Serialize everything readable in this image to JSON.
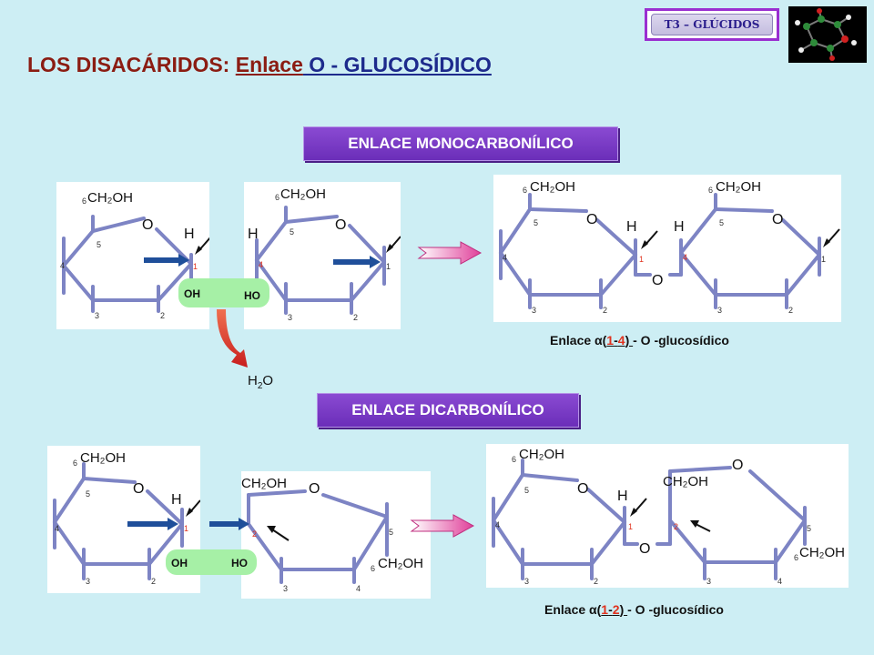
{
  "header": {
    "badge_label": "T3 – GLÚCIDOS",
    "title_prefix": "LOS DISACÁRIDOS: ",
    "title_part1": "Enlace",
    "title_part2": " O - GLUCOSÍDICO"
  },
  "sections": {
    "monocarbonilico": {
      "label": "ENLACE MONOCARBONÍLICO",
      "caption_prefix": "Enlace α(",
      "caption_n1": "1",
      "caption_dash": "-",
      "caption_n2": "4",
      "caption_close": ") ",
      "caption_suffix": "- O -glucosídico"
    },
    "dicarbonilico": {
      "label": "ENLACE DICARBONÍLICO",
      "caption_prefix": "Enlace α(",
      "caption_n1": "1",
      "caption_dash": "-",
      "caption_n2": "2",
      "caption_close": ") ",
      "caption_suffix": "- O -glucosídico"
    }
  },
  "water": {
    "h": "H",
    "sub": "2",
    "o": "O"
  },
  "labels": {
    "ch2oh": "CH₂OH",
    "o": "O",
    "h": "H",
    "oh": "OH",
    "ho": "HO",
    "n1": "1",
    "n2": "2",
    "n3": "3",
    "n4": "4",
    "n5": "5",
    "n6": "6"
  },
  "colors": {
    "background": "#cdeef4",
    "title": "#8b1c12",
    "title_blue": "#1d2a8c",
    "section_box": "#7a3cc8",
    "badge_border": "#9a2fd0",
    "bond": "#7d84c4",
    "highlight_number": "#e0321e",
    "reaction_bar": "#a6f0a6",
    "blue_arrow": "#1f4f9a",
    "pink_arrow": "#e0409a"
  }
}
